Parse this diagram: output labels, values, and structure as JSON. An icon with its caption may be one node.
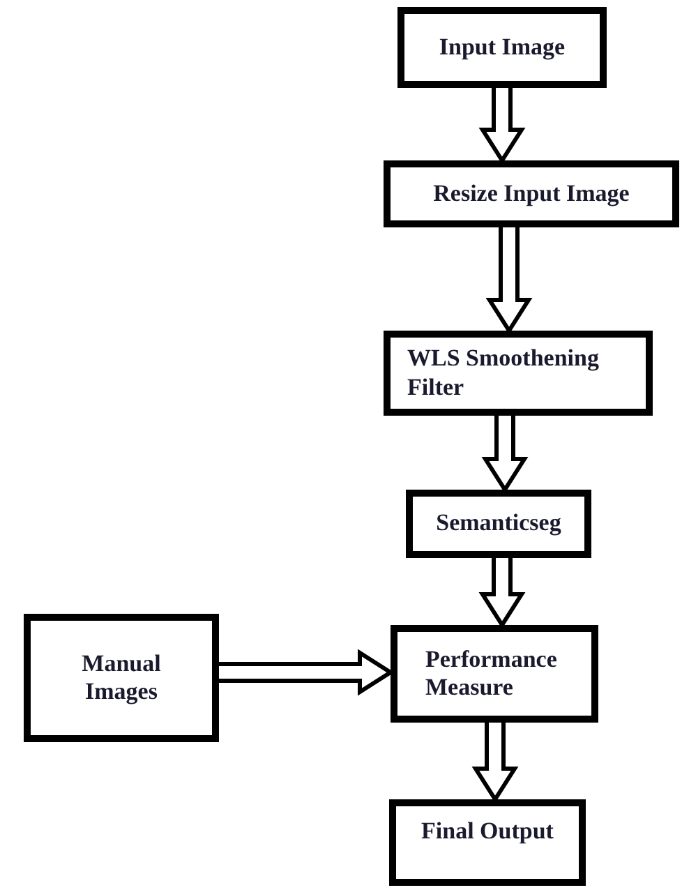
{
  "diagram": {
    "nodes": [
      {
        "text": [
          "Input Image"
        ]
      },
      {
        "text": [
          "Resize Input Image"
        ]
      },
      {
        "text": [
          "WLS Smoothening Filter"
        ]
      },
      {
        "text": [
          "Semanticseg"
        ]
      },
      {
        "text": [
          "Manual Images"
        ]
      },
      {
        "text": [
          "Performance Measure"
        ]
      },
      {
        "text": [
          "Final Output"
        ]
      }
    ],
    "edges": [
      {
        "from": 0,
        "to": 1,
        "arrow": "to"
      },
      {
        "from": 1,
        "to": 2,
        "arrow": "to"
      },
      {
        "from": 2,
        "to": 3,
        "arrow": "to"
      },
      {
        "from": 3,
        "to": 5,
        "arrow": "to"
      },
      {
        "from": 4,
        "to": 5,
        "arrow": "to"
      },
      {
        "from": 5,
        "to": 6,
        "arrow": "to"
      }
    ]
  }
}
